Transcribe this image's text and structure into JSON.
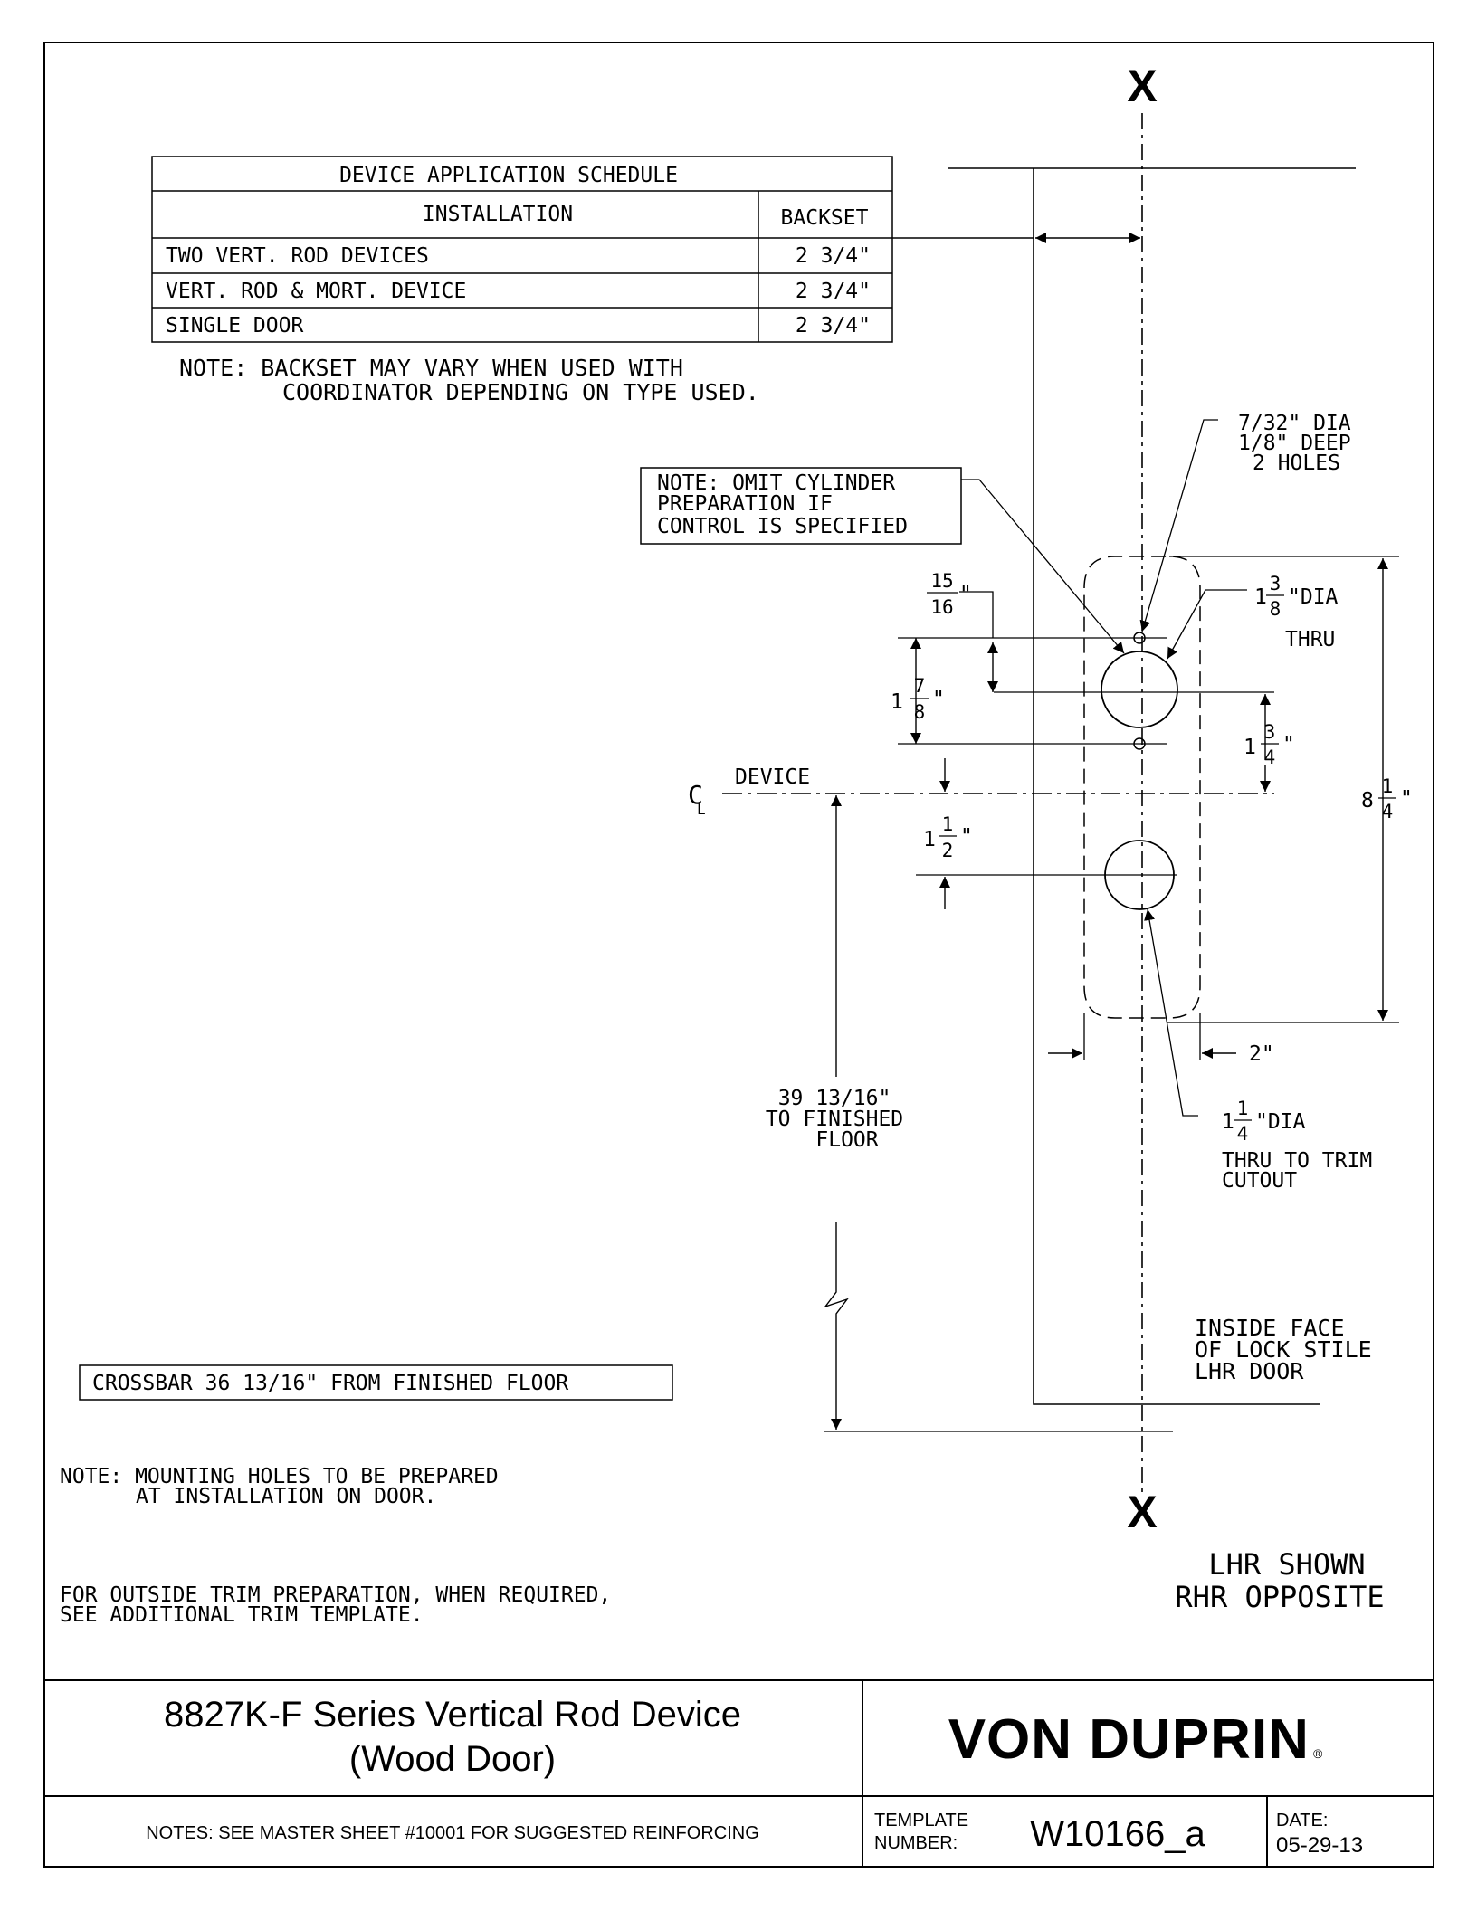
{
  "section_marks": {
    "top": "X",
    "bottom": "X"
  },
  "schedule": {
    "title": "DEVICE APPLICATION SCHEDULE",
    "col_installation": "INSTALLATION",
    "col_backset": "BACKSET",
    "rows": [
      {
        "installation": "TWO VERT. ROD DEVICES",
        "backset": "2 3/4\""
      },
      {
        "installation": "VERT. ROD & MORT. DEVICE",
        "backset": "2 3/4\""
      },
      {
        "installation": "SINGLE DOOR",
        "backset": "2 3/4\""
      }
    ]
  },
  "notes": {
    "backset_line1": "NOTE: BACKSET MAY VARY WHEN USED WITH",
    "backset_line2": "COORDINATOR DEPENDING ON TYPE USED.",
    "omit_line1": "NOTE: OMIT CYLINDER",
    "omit_line2": "PREPARATION IF",
    "omit_line3": "CONTROL IS SPECIFIED",
    "crossbar": "CROSSBAR 36 13/16\" FROM FINISHED FLOOR",
    "mounting_line1": "NOTE: MOUNTING HOLES TO BE PREPARED",
    "mounting_line2": "AT INSTALLATION ON DOOR.",
    "trim_line1": "FOR OUTSIDE TRIM PREPARATION, WHEN REQUIRED,",
    "trim_line2": "SEE ADDITIONAL TRIM TEMPLATE."
  },
  "callouts": {
    "small_holes_line1": "7/32\" DIA",
    "small_holes_line2": "1/8\" DEEP",
    "small_holes_line3": "2 HOLES",
    "cyl_hole_whole": "1",
    "cyl_hole_num": "3",
    "cyl_hole_den": "8",
    "cyl_hole_suffix": "\"DIA",
    "cyl_hole_thru": "THRU",
    "lower_hole_whole": "1",
    "lower_hole_num": "1",
    "lower_hole_den": "4",
    "lower_hole_suffix": "\"DIA",
    "lower_hole_line2": "THRU TO TRIM",
    "lower_hole_line3": "CUTOUT"
  },
  "dimensions": {
    "d15_16_num": "15",
    "d15_16_den": "16",
    "d15_16_suffix": "\"",
    "d1_7_8_whole": "1",
    "d1_7_8_num": "7",
    "d1_7_8_den": "8",
    "d1_7_8_suffix": "\"",
    "d1_3_4_whole": "1",
    "d1_3_4_num": "3",
    "d1_3_4_den": "4",
    "d1_3_4_suffix": "\"",
    "d1_1_2_whole": "1",
    "d1_1_2_num": "1",
    "d1_1_2_den": "2",
    "d1_1_2_suffix": "\"",
    "d8_1_4_whole": "8",
    "d8_1_4_num": "1",
    "d8_1_4_den": "4",
    "d8_1_4_suffix": "\"",
    "d2": "2\"",
    "floor_line1": "39 13/16\"",
    "floor_line2": "TO FINISHED",
    "floor_line3": "FLOOR",
    "cl_symbol_c": "C",
    "cl_symbol_l": "L",
    "cl_device": "DEVICE"
  },
  "stile": {
    "line1": "INSIDE FACE",
    "line2": "OF LOCK STILE",
    "line3": "LHR DOOR"
  },
  "handing": {
    "line1": "LHR SHOWN",
    "line2": "RHR OPPOSITE"
  },
  "title_block": {
    "title_line1": "8827K-F Series Vertical Rod Device",
    "title_line2": "(Wood Door)",
    "brand": "VON DUPRIN",
    "registered": "®",
    "notes": "NOTES: SEE MASTER SHEET #10001 FOR SUGGESTED REINFORCING",
    "template_label_line1": "TEMPLATE",
    "template_label_line2": "NUMBER:",
    "template_number": "W10166_a",
    "date_label": "DATE:",
    "date_value": "05-29-13"
  }
}
